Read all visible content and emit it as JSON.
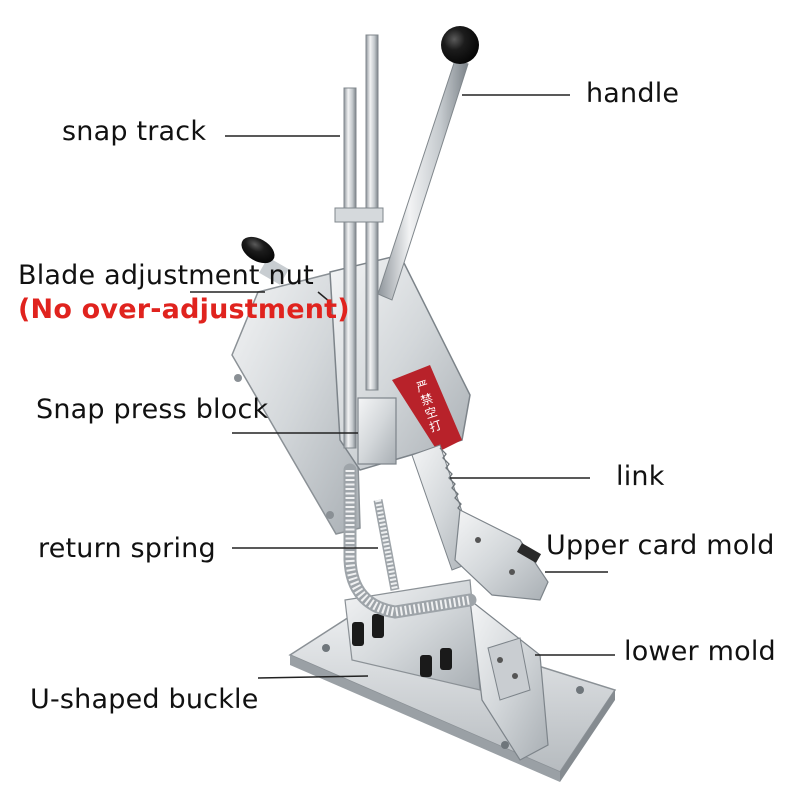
{
  "labels": {
    "handle": "handle",
    "snap_track": "snap track",
    "blade_nut": "Blade adjustment nut",
    "blade_warning": "(No over-adjustment)",
    "snap_press_block": "Snap press block",
    "link": "link",
    "return_spring": "return spring",
    "upper_card_mold": "Upper card mold",
    "lower_mold": "lower mold",
    "u_buckle": "U-shaped buckle"
  },
  "plate_text": "严禁空打",
  "colors": {
    "label_text": "#111111",
    "warning_text": "#e0231e",
    "leader_line": "#222222",
    "steel_light": "#e6e8ea",
    "steel_mid": "#b9bec3",
    "steel_dark": "#7d848a",
    "plate_red": "#b8222a",
    "knob_black": "#151515"
  }
}
